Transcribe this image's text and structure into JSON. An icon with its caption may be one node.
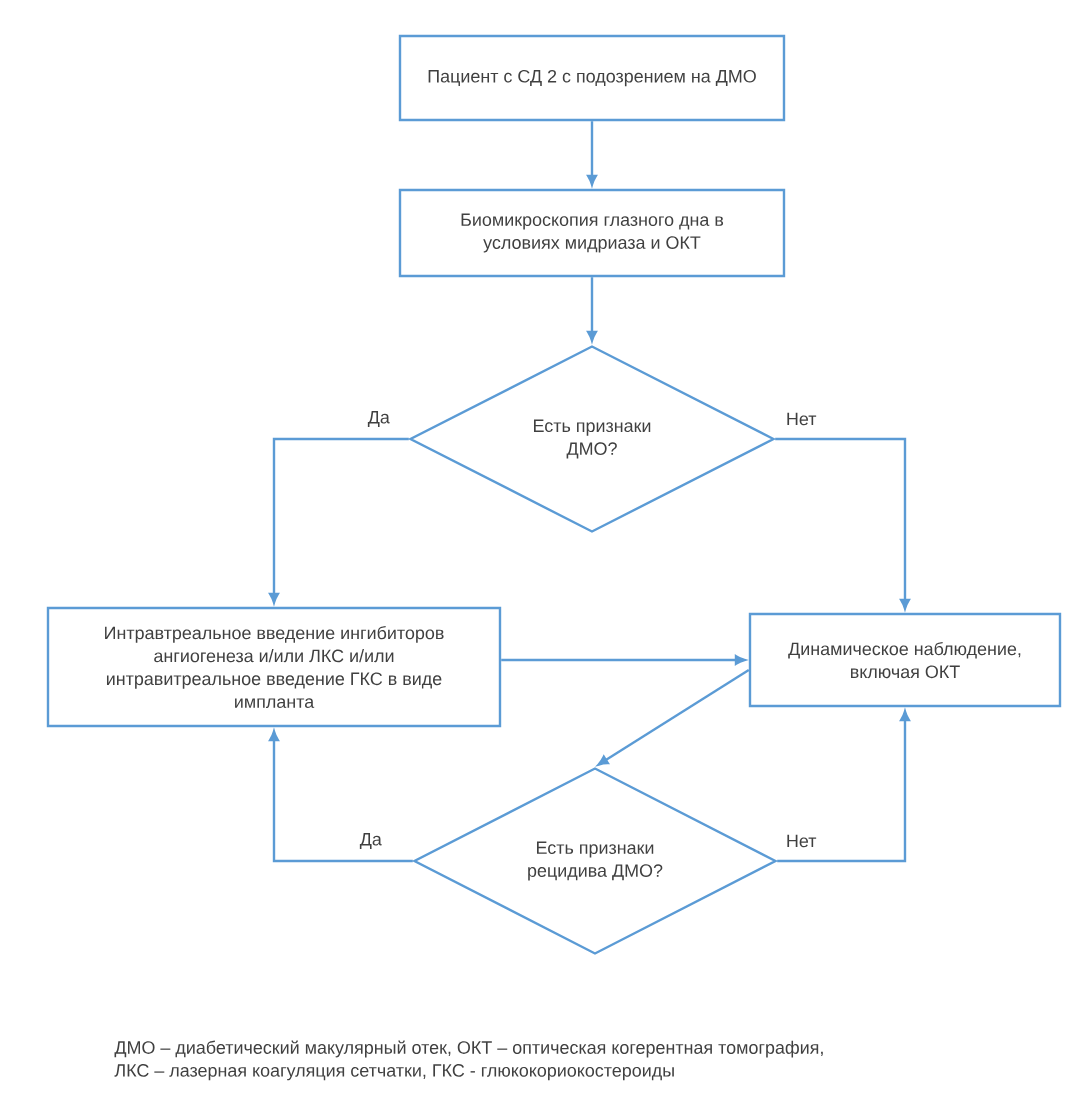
{
  "diagram": {
    "nodes": [
      {
        "text": [
          "Пациент с СД 2 с подозрением на ДМО"
        ]
      },
      {
        "text": [
          "Биомикроскопия глазного дна в условиях мидриаза и ОКТ"
        ]
      },
      {
        "text": [
          "Есть признаки ДМО?"
        ]
      },
      {
        "text": [
          "Интравтреальное введение ингибиторов ангиогенеза и/или ЛКС и/или интравитреальное введение ГКС в виде импланта"
        ]
      },
      {
        "text": [
          "Динамическое наблюдение, включая ОКТ"
        ]
      },
      {
        "text": [
          "Есть признаки рецидива ДМО?"
        ]
      }
    ],
    "edges": [
      {
        "from": 0,
        "to": 1,
        "arrow": "to"
      },
      {
        "from": 1,
        "to": 2,
        "arrow": "to"
      },
      {
        "from": 2,
        "to": 3,
        "arrow": "to",
        "label": "Да"
      },
      {
        "from": 2,
        "to": 4,
        "arrow": "to",
        "label": "Нет"
      },
      {
        "from": 3,
        "to": 4,
        "arrow": "to"
      },
      {
        "from": 4,
        "to": 5,
        "arrow": "to"
      },
      {
        "from": 5,
        "to": 3,
        "arrow": "to",
        "label": "Да"
      },
      {
        "from": 5,
        "to": 4,
        "arrow": "to",
        "label": "Нет"
      }
    ],
    "caption": "ДМО – диабетический макулярный отек, ОКТ – оптическая когерентная томография, ЛКС – лазерная коагуляция сетчатки, ГКС - глюкокориокостероиды"
  }
}
